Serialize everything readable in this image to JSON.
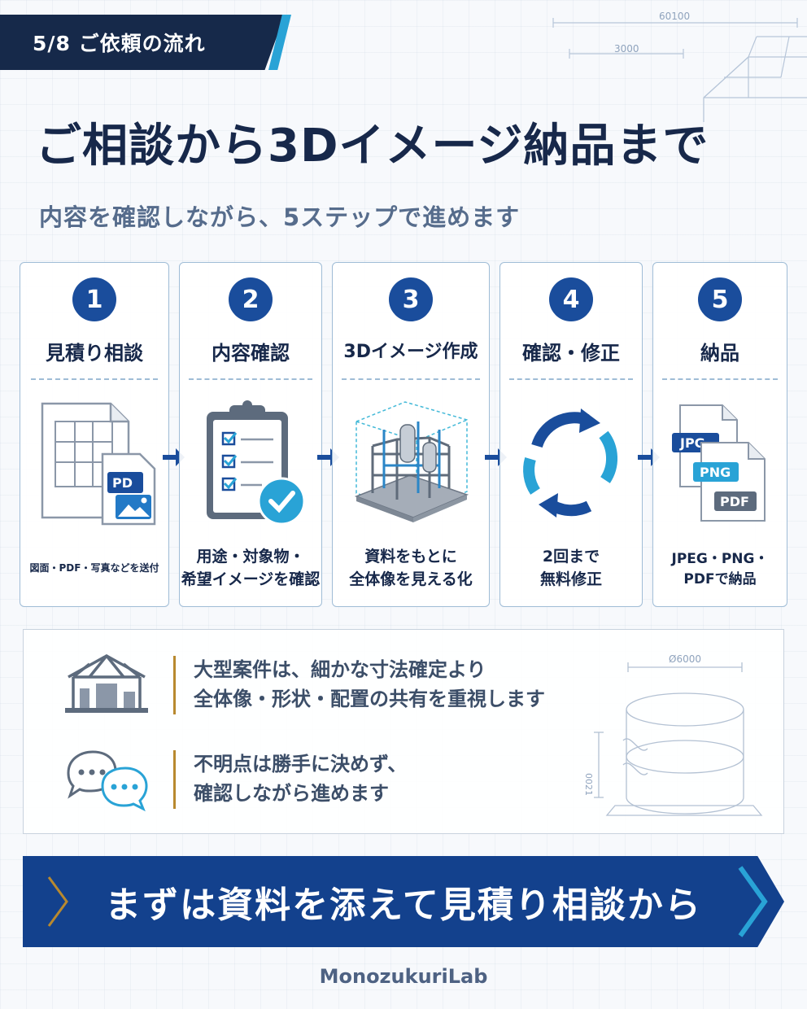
{
  "page_badge": "5/8 ご依頼の流れ",
  "title": "ご相談から3Dイメージ納品まで",
  "subtitle": "内容を確認しながら、5ステップで進めます",
  "drawing_dims": {
    "top_overall": "60100",
    "top_span": "3000",
    "tank_diameter": "Ø6000",
    "tank_height": "0021"
  },
  "steps": [
    {
      "number": "1",
      "title": "見積り相談",
      "desc": [
        "図面・PDF・写真などを送付"
      ],
      "icon": "document-pdf-icon"
    },
    {
      "number": "2",
      "title": "内容確認",
      "desc": [
        "用途・対象物・",
        "希望イメージを確認"
      ],
      "icon": "clipboard-check-icon"
    },
    {
      "number": "3",
      "title": "3Dイメージ作成",
      "desc": [
        "資料をもとに",
        "全体像を見える化"
      ],
      "icon": "3d-plant-structure-icon"
    },
    {
      "number": "4",
      "title": "確認・修正",
      "desc": [
        "2回まで",
        "無料修正"
      ],
      "icon": "revision-cycle-icon"
    },
    {
      "number": "5",
      "title": "納品",
      "desc": [
        "JPEG・PNG・",
        "PDFで納品"
      ],
      "icon": "file-formats-icon"
    }
  ],
  "file_labels": {
    "pdf_partial": "PD",
    "jpg": "JPG",
    "png": "PNG",
    "pdf": "PDF"
  },
  "notes": [
    {
      "icon": "building-frame-icon",
      "lines": [
        "大型案件は、細かな寸法確定より",
        "全体像・形状・配置の共有を重視します"
      ]
    },
    {
      "icon": "chat-bubbles-icon",
      "lines": [
        "不明点は勝手に決めず、",
        "確認しながら進めます"
      ]
    }
  ],
  "cta": "まずは資料を添えて見積り相談から",
  "brand": "MonozukuriLab",
  "colors": {
    "navy": "#16294a",
    "primary_blue": "#1a4d9c",
    "accent_cyan": "#29a3d6",
    "gold": "#b8892f"
  }
}
